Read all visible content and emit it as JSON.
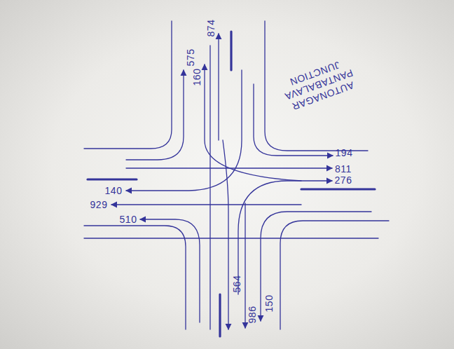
{
  "diagram": {
    "title": "AUTONAGAR PANTABALAVA JUNCTION",
    "labels": [
      "575",
      "874",
      "160",
      "194",
      "811",
      "276",
      "140",
      "929",
      "510",
      "564",
      "986",
      "150"
    ]
  }
}
